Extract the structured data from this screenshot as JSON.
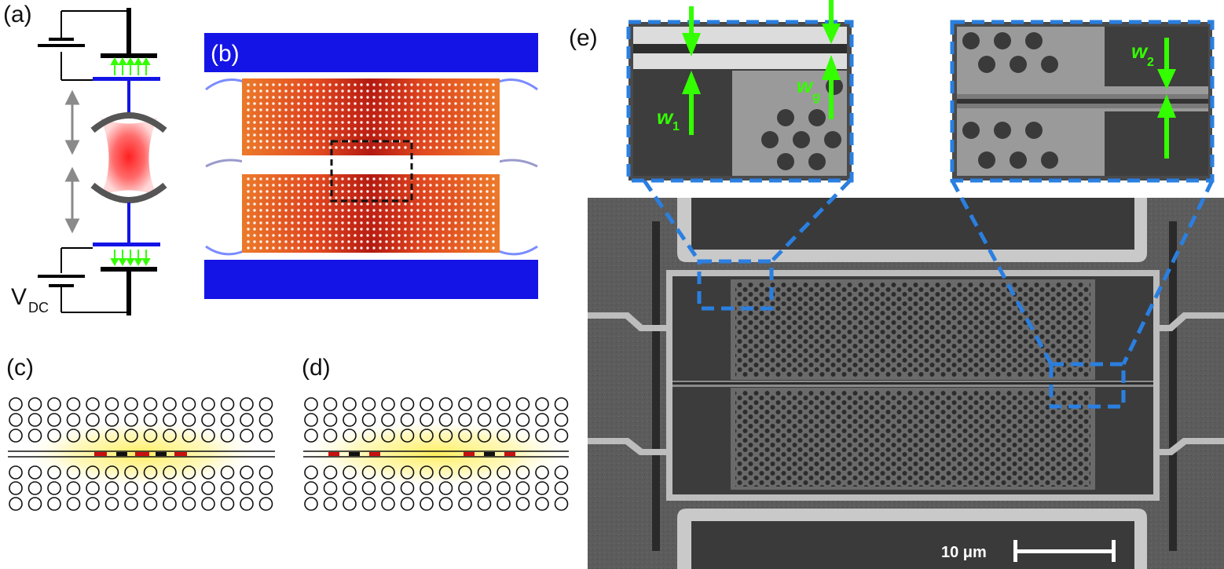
{
  "figure": {
    "panel_labels": {
      "a": "(a)",
      "b": "(b)",
      "c": "(c)",
      "d": "(d)",
      "e": "(e)"
    },
    "panel_a": {
      "voltage_main": "V",
      "voltage_sub": "DC"
    },
    "panel_e": {
      "w1_main": "w",
      "w1_sub": "1",
      "wg_main": "w",
      "wg_sub": "g",
      "w2_main": "w",
      "w2_sub": "2",
      "scale_bar_label": "10 μm"
    }
  },
  "colors": {
    "electrode_blue": "#1414e6",
    "arrow_green": "#33ff00",
    "highlight_blue": "#2a7fe0",
    "sem_gray": "#5e5e5e"
  }
}
